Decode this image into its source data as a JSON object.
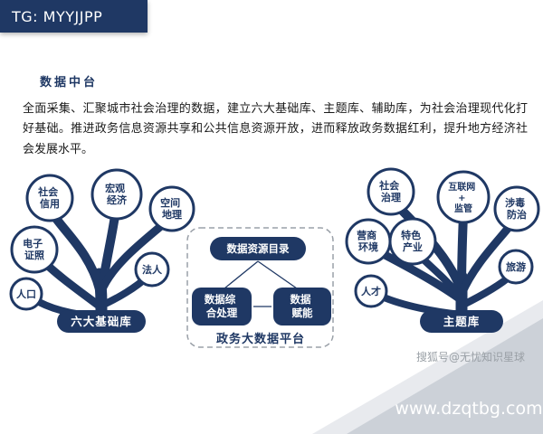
{
  "banner": {
    "text": "TG: MYYJJPP"
  },
  "title": "数据中台",
  "paragraph": "全面采集、汇聚城市社会治理的数据，建立六大基础库、主题库、辅助库，为社会治理现代化打好基础。推进政务信息资源共享和公共信息资源开放，进而释放政务数据红利，提升地方经济社会发展水平。",
  "left_tree": {
    "label": "六大基础库",
    "nodes": [
      {
        "lines": [
          "社会",
          "信用"
        ]
      },
      {
        "lines": [
          "宏观",
          "经济"
        ]
      },
      {
        "lines": [
          "空间",
          "地理"
        ]
      },
      {
        "lines": [
          "电子",
          "证照"
        ]
      },
      {
        "lines": [
          "法人"
        ]
      },
      {
        "lines": [
          "人口"
        ]
      }
    ]
  },
  "platform": {
    "label": "政务大数据平台",
    "catalog_box": "数据资源目录",
    "process_box": [
      "数据综",
      "合处理"
    ],
    "empower_box": [
      "数据",
      "赋能"
    ]
  },
  "right_tree": {
    "label": "主题库",
    "nodes": [
      {
        "lines": [
          "社会",
          "治理"
        ]
      },
      {
        "lines": [
          "互联网",
          "+",
          "监管"
        ]
      },
      {
        "lines": [
          "涉毒",
          "防治"
        ]
      },
      {
        "lines": [
          "营商",
          "环境"
        ]
      },
      {
        "lines": [
          "特色",
          "产业"
        ]
      },
      {
        "lines": [
          "旅游"
        ]
      },
      {
        "lines": [
          "人才"
        ]
      }
    ]
  },
  "watermark": {
    "line1": "搜狐号@无忧知识星球",
    "line2": "www.dzqtbg.com"
  },
  "colors": {
    "navy": "#1f3864",
    "ribbon_gray": "#ccd1d8",
    "watermark_gray": "#9aa0a6"
  }
}
